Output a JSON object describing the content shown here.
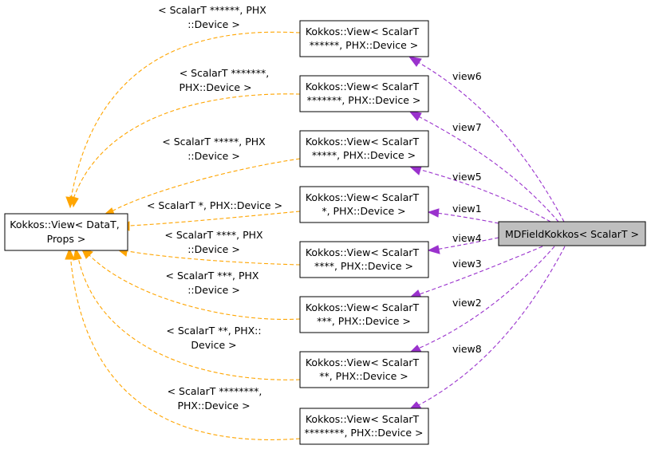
{
  "graph": {
    "main_node": "MDFieldKokkos< ScalarT >",
    "base_node": [
      "Kokkos::View< DataT,",
      "Props >"
    ],
    "views": [
      {
        "id": "v6",
        "lines": [
          "Kokkos::View< ScalarT",
          "******, PHX::Device >"
        ],
        "member": "view6",
        "template_args": [
          "< ScalarT ******, PHX",
          "::Device >"
        ]
      },
      {
        "id": "v7",
        "lines": [
          "Kokkos::View< ScalarT",
          "*******, PHX::Device >"
        ],
        "member": "view7",
        "template_args": [
          "< ScalarT *******,",
          "PHX::Device >"
        ]
      },
      {
        "id": "v5",
        "lines": [
          "Kokkos::View< ScalarT",
          "*****, PHX::Device >"
        ],
        "member": "view5",
        "template_args": [
          "< ScalarT *****, PHX",
          "::Device >"
        ]
      },
      {
        "id": "v1",
        "lines": [
          "Kokkos::View< ScalarT",
          "*, PHX::Device >"
        ],
        "member": "view1",
        "template_args": [
          "< ScalarT *, PHX::Device >"
        ]
      },
      {
        "id": "v4",
        "lines": [
          "Kokkos::View< ScalarT",
          "****, PHX::Device >"
        ],
        "member": "view4",
        "template_args": [
          "< ScalarT ****, PHX",
          "::Device >"
        ]
      },
      {
        "id": "v3",
        "lines": [
          "Kokkos::View< ScalarT",
          "***, PHX::Device >"
        ],
        "member": "view3",
        "template_args": [
          "< ScalarT ***, PHX",
          "::Device >"
        ]
      },
      {
        "id": "v2",
        "lines": [
          "Kokkos::View< ScalarT",
          "**, PHX::Device >"
        ],
        "member": "view2",
        "template_args": [
          "< ScalarT **, PHX::",
          "Device >"
        ]
      },
      {
        "id": "v8",
        "lines": [
          "Kokkos::View< ScalarT",
          "********, PHX::Device >"
        ],
        "member": "view8",
        "template_args": [
          "< ScalarT ********,",
          "PHX::Device >"
        ]
      }
    ]
  },
  "colors": {
    "template_edge": "#ffa500",
    "member_edge": "#9a32cd",
    "main_node_fill": "#bfbfbf"
  }
}
